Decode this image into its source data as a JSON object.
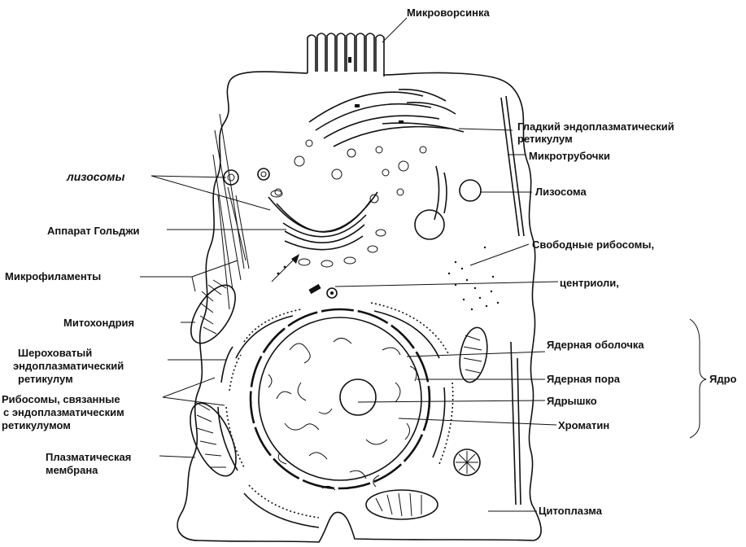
{
  "labels": {
    "microvillus": "Микроворсинка",
    "smooth_er_1": "Гладкий эндоплазматический",
    "smooth_er_2": "ретикулум",
    "microtubules": "Микротрубочки",
    "lysosomes_left": "лизосомы",
    "lysosome_right": "Лизосома",
    "golgi": "Аппарат Гольджи",
    "free_ribosomes": "Свободные рибосомы,",
    "microfilaments": "Микрофиламенты",
    "centrioles": "центриоли,",
    "mitochondrion": "Митохондрия",
    "rough_er_1": "Шероховатый",
    "rough_er_2": "эндоплазматический",
    "rough_er_3": "ретикулум",
    "nuclear_envelope": "Ядерная оболочка",
    "nucleus": "Ядро",
    "nuclear_pore": "Ядерная пора",
    "bound_ribosomes_1": "Рибосомы, связанные",
    "bound_ribosomes_2": "с эндоплазматическим",
    "bound_ribosomes_3": "ретикулумом",
    "nucleolus": "Ядрышко",
    "chromatin": "Хроматин",
    "plasma_membrane_1": "Плазматическая",
    "plasma_membrane_2": "мембрана",
    "cytoplasm": "Цитоплазма"
  }
}
